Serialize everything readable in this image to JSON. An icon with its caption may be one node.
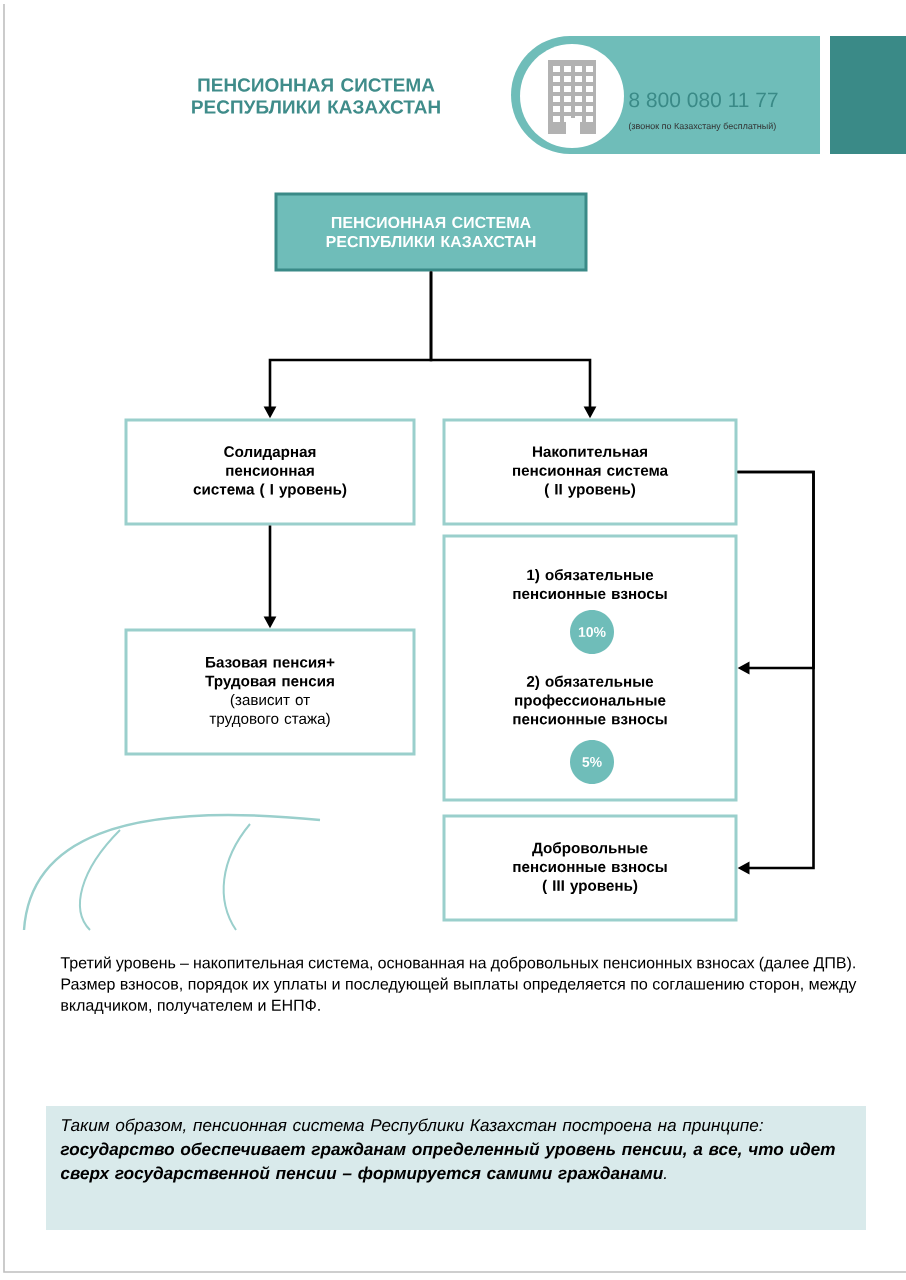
{
  "diagram": {
    "title": "ПЕНСИОННАЯ СИСТЕМА РЕСПУБЛИКИ КАЗАХСТАН",
    "nodes": [
      {
        "text": [
          "ПЕНСИОННАЯ СИСТЕМА РЕСПУБЛИКИ КАЗАХСТАН"
        ]
      },
      {
        "text": [
          "Солидарная пенсионная система ( I уровень)"
        ]
      },
      {
        "text": [
          "Накопительная пенсионная система ( II уровень)"
        ]
      },
      {
        "text": [
          "Базовая пенсия+ Трудовая пенсия",
          "(зависит от трудового стажа)"
        ]
      },
      {
        "text": [
          "1) обязательные пенсионные взносы",
          "2) обязательные профессиональные пенсионные взносы"
        ]
      },
      {
        "text": [
          "10%"
        ],
        "in": 4
      },
      {
        "text": [
          "5%"
        ],
        "in": 4
      },
      {
        "text": [
          "Добровольные пенсионные взносы ( III уровень)"
        ]
      }
    ],
    "edges": [
      {
        "from": 0,
        "to": 1,
        "arrow": "to"
      },
      {
        "from": 0,
        "to": 2,
        "arrow": "to"
      },
      {
        "from": 1,
        "to": 3,
        "arrow": "to"
      },
      {
        "from": 2,
        "to": 4,
        "arrow": "to"
      },
      {
        "from": 2,
        "to": 7,
        "arrow": "to"
      }
    ],
    "labels": [
      "8 800 080 11 77",
      "(звонок по Казахстану бесплатный)",
      "Третий уровень – накопительная система, основанная на добровольных пенсионных взносах (далее ДПВ). Размер взносов, порядок их уплаты и последующей выплаты определяется по соглашению сторон, между вкладчиком, получателем и ЕНПФ.",
      "Таким образом, пенсионная система Республики Казахстан построена на принципе: **государство обеспечивает гражданам определенный уровень пенсии, а все, что идет сверх государственной пенсии – формируется самими гражданами**."
    ]
  }
}
